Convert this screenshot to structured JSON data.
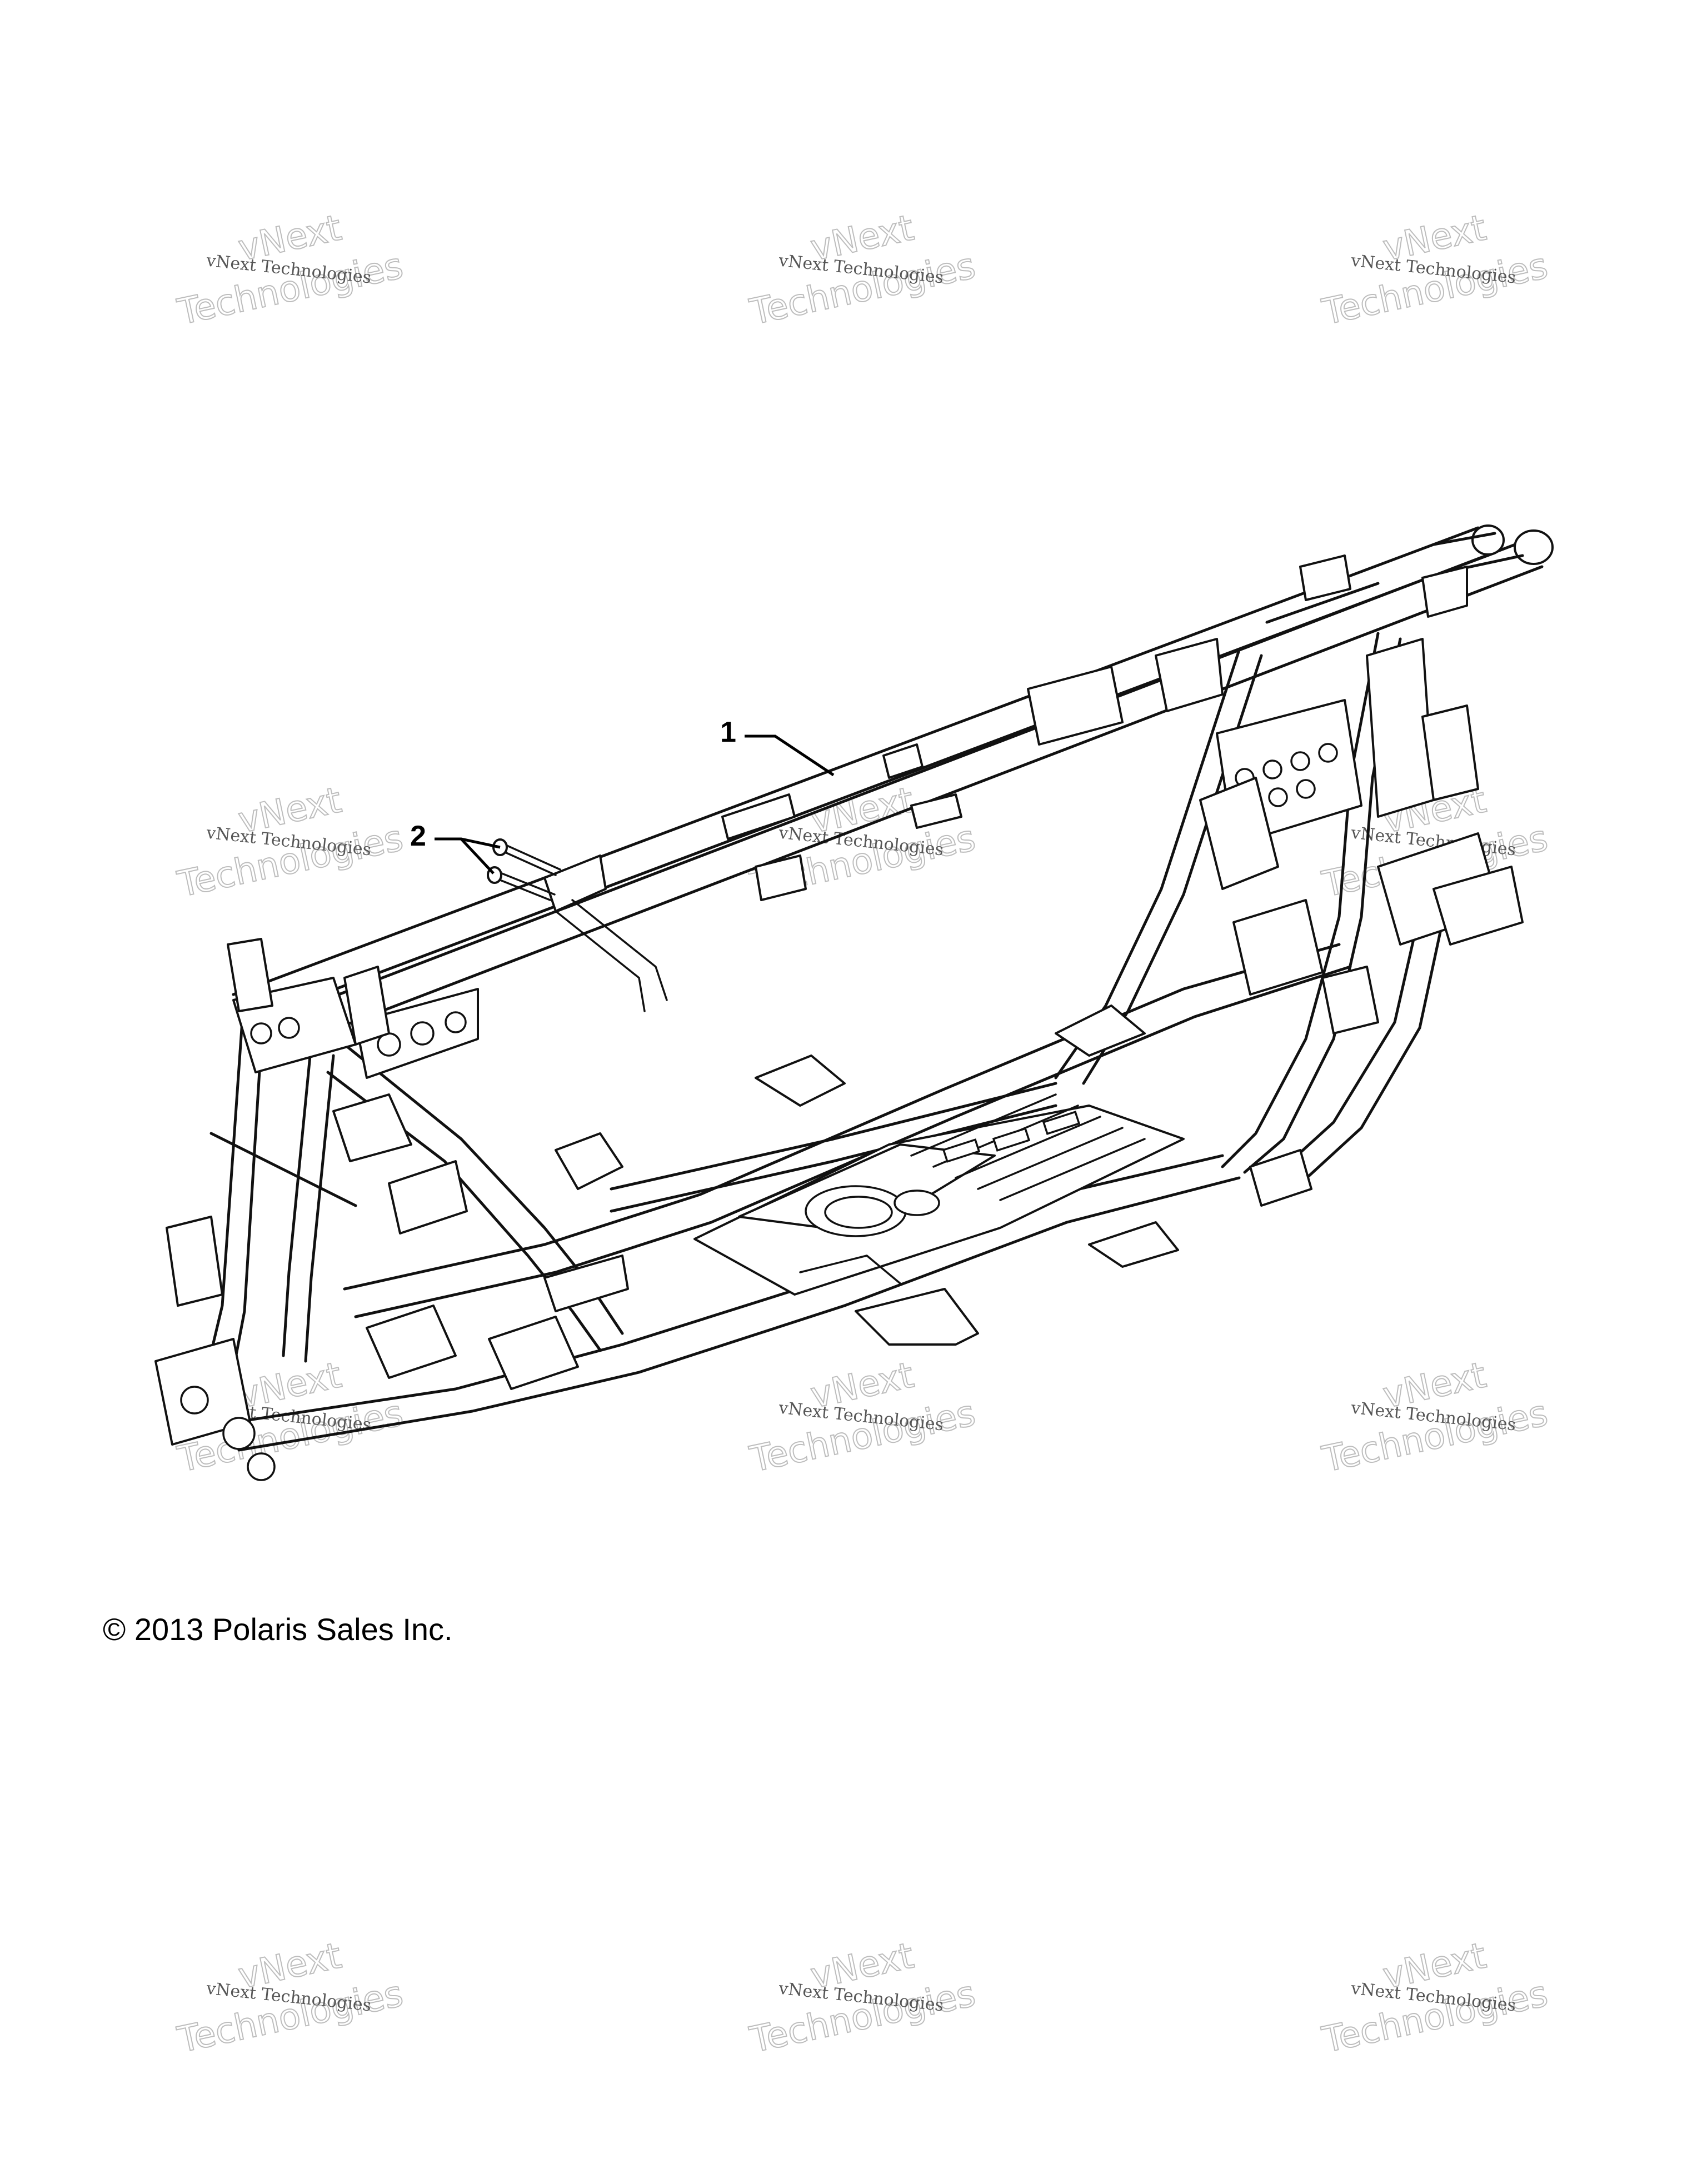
{
  "diagram": {
    "callouts": [
      {
        "id": "1",
        "label": "1"
      },
      {
        "id": "2",
        "label": "2"
      }
    ],
    "copyright": "© 2013 Polaris Sales Inc.",
    "watermark": {
      "line1": "vNext Technologies",
      "line2": "vNext",
      "line3": "Technologies"
    },
    "colors": {
      "line": "#111111",
      "watermark_text": "#555555",
      "watermark_outline": "#bdbdbd",
      "background": "#ffffff"
    }
  }
}
